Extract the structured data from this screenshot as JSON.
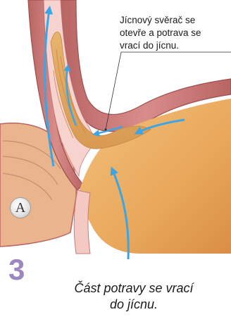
{
  "callout": {
    "line1": "Jícnový svěrač se",
    "line2": "otevře a potrava se",
    "line3": "vrací do jícnu."
  },
  "badge": {
    "letter": "A"
  },
  "step": {
    "number": "3"
  },
  "caption": {
    "line1": "Část potravy se vrací",
    "line2": "do jícnu."
  },
  "colors": {
    "stomach_fill": "#e9a85c",
    "muscle_wall": "#c97a78",
    "lining_pink": "#f4c9c4",
    "arrow_blue": "#3aa6e6",
    "step_purple": "#9d87c0"
  },
  "icons": [
    "flow-arrow-icon"
  ]
}
